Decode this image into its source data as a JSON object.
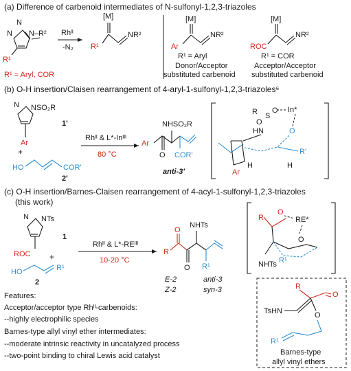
{
  "section_a": {
    "heading": "(a) Difference of carbenoid intermediates of N-sulfonyl-1,2,3-triazoles",
    "ring_atom_n": "N",
    "substituent_r2": "N–R²",
    "substituent_r1": "R¹",
    "catalyst": "Rhᴵᴵ",
    "loss": "-N₂",
    "metal": "[M]",
    "imine": "NR²",
    "r1_definition": "R¹ = Aryl, COR",
    "aryl_label": "Ar",
    "aryl_case": "R¹ = Aryl",
    "aryl_type": "Donor/Acceptor",
    "aryl_type2": "substituted carbenoid",
    "acyl_label": "ROC",
    "acyl_case": "R¹ = COR",
    "acyl_type": "Acceptor/Acceptor",
    "acyl_type2": "substituted carbenoid"
  },
  "section_b": {
    "heading": "(b) O-H insertion/Claisen rearrangement of 4-aryl-1-sulfonyl-1,2,3-triazoles⁶",
    "so2r": "NSO₂R",
    "compound_1p": "1'",
    "ar": "Ar",
    "plus": "+",
    "ho": "HO",
    "cor": "COR'",
    "compound_2p": "2'",
    "conditions_top": "Rhᴵᴵ & L*-Inᴵᴵᴵ",
    "conditions_bottom": "80 °C",
    "product_label": "anti-3'",
    "nhso2r": "NHSO₂R",
    "product_cor": "COR'",
    "ts_r": "R",
    "ts_s": "S",
    "ts_o": "O",
    "ts_in": "In*",
    "ts_hn": "HN",
    "ts_h": "H",
    "ts_h2": "H",
    "ts_r2": "R'",
    "ts_ar": "Ar"
  },
  "section_c": {
    "heading": "(c) O-H insertion/Barnes-Claisen rearrangement of 4-acyl-1-sulfonyl-1,2,3-triazoles",
    "heading2": "(this work)",
    "nts": "NTs",
    "compound_1": "1",
    "roc": "ROC",
    "plus": "+",
    "ho": "HO",
    "r1": "R¹",
    "compound_2": "2",
    "conditions_top": "Rhᴵᴵ & L*-REᴵᴵᴵ",
    "conditions_bottom": "10-20 °C",
    "nhts": "NHTs",
    "r": "R",
    "e2": "E-2",
    "z2": "Z-2",
    "anti3": "anti-3",
    "syn3": "syn-3",
    "ts_r": "R",
    "ts_re": "RE*",
    "ts_nhts": "NHTs",
    "ts_o": "O",
    "features": [
      "Features:",
      "Acceptor/acceptor type Rhᴵᴵ-carbenoids:",
      "--highly electrophilic species",
      "Barnes-type allyl vinyl ether intermediates:",
      "--moderate intrinsic reactivity in uncatalyzed process",
      "--two-point binding to chiral Lewis acid catalyst"
    ],
    "box_r": "R",
    "box_tshn": "TsHN",
    "box_o": "O",
    "box_r1": "R¹",
    "box_caption1": "Barnes-type",
    "box_caption2": "allyl vinyl ethers"
  },
  "colors": {
    "accent_red": "#d0281c",
    "accent_blue": "#2f8fd0"
  }
}
